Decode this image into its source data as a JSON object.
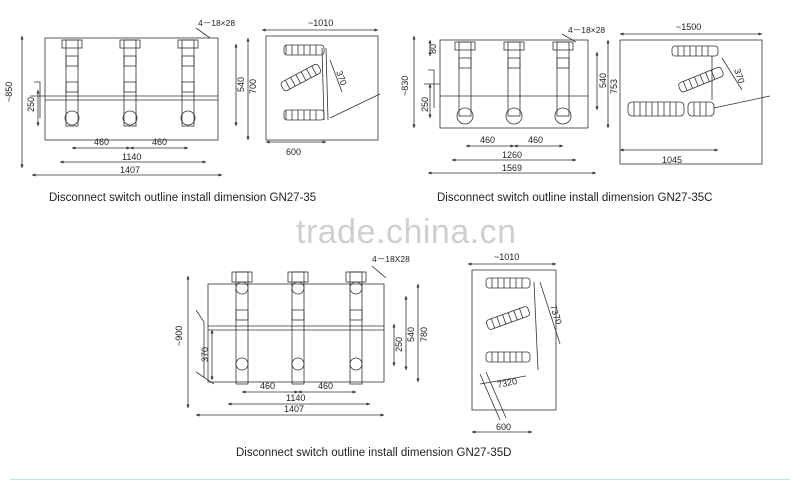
{
  "captions": {
    "c1": "Disconnect switch outline install dimension GN27-35",
    "c2": "Disconnect switch outline install dimension GN27-35C",
    "c3": "Disconnect switch outline install dimension GN27-35D"
  },
  "watermark": "trade.china.cn",
  "dims": {
    "d1": {
      "holes": "4－18×28",
      "overall_h": "~850",
      "h700": "700",
      "h540": "540",
      "h250": "250",
      "pitch_a": "460",
      "pitch_b": "460",
      "w1140": "1140",
      "w1407": "1407",
      "side_w": "~1010",
      "side_370": "370",
      "side_600": "600"
    },
    "d2": {
      "holes": "4－18×28",
      "overall_h": "~830",
      "h80": "80",
      "h753": "753",
      "h540": "540",
      "h250": "250",
      "pitch_a": "460",
      "pitch_b": "460",
      "w1260": "1260",
      "w1569": "1569",
      "side_w": "~1500",
      "side_370": "370",
      "side_1045": "1045"
    },
    "d3": {
      "holes": "4－18X28",
      "overall_h": "~900",
      "h780": "780",
      "h540": "540",
      "h250": "250",
      "h370": "370",
      "pitch_a": "460",
      "pitch_b": "460",
      "w1140": "1140",
      "w1407": "1407",
      "side_w": "~1010",
      "side_7370": "7370",
      "side_7320": "7320",
      "side_600": "600"
    }
  }
}
